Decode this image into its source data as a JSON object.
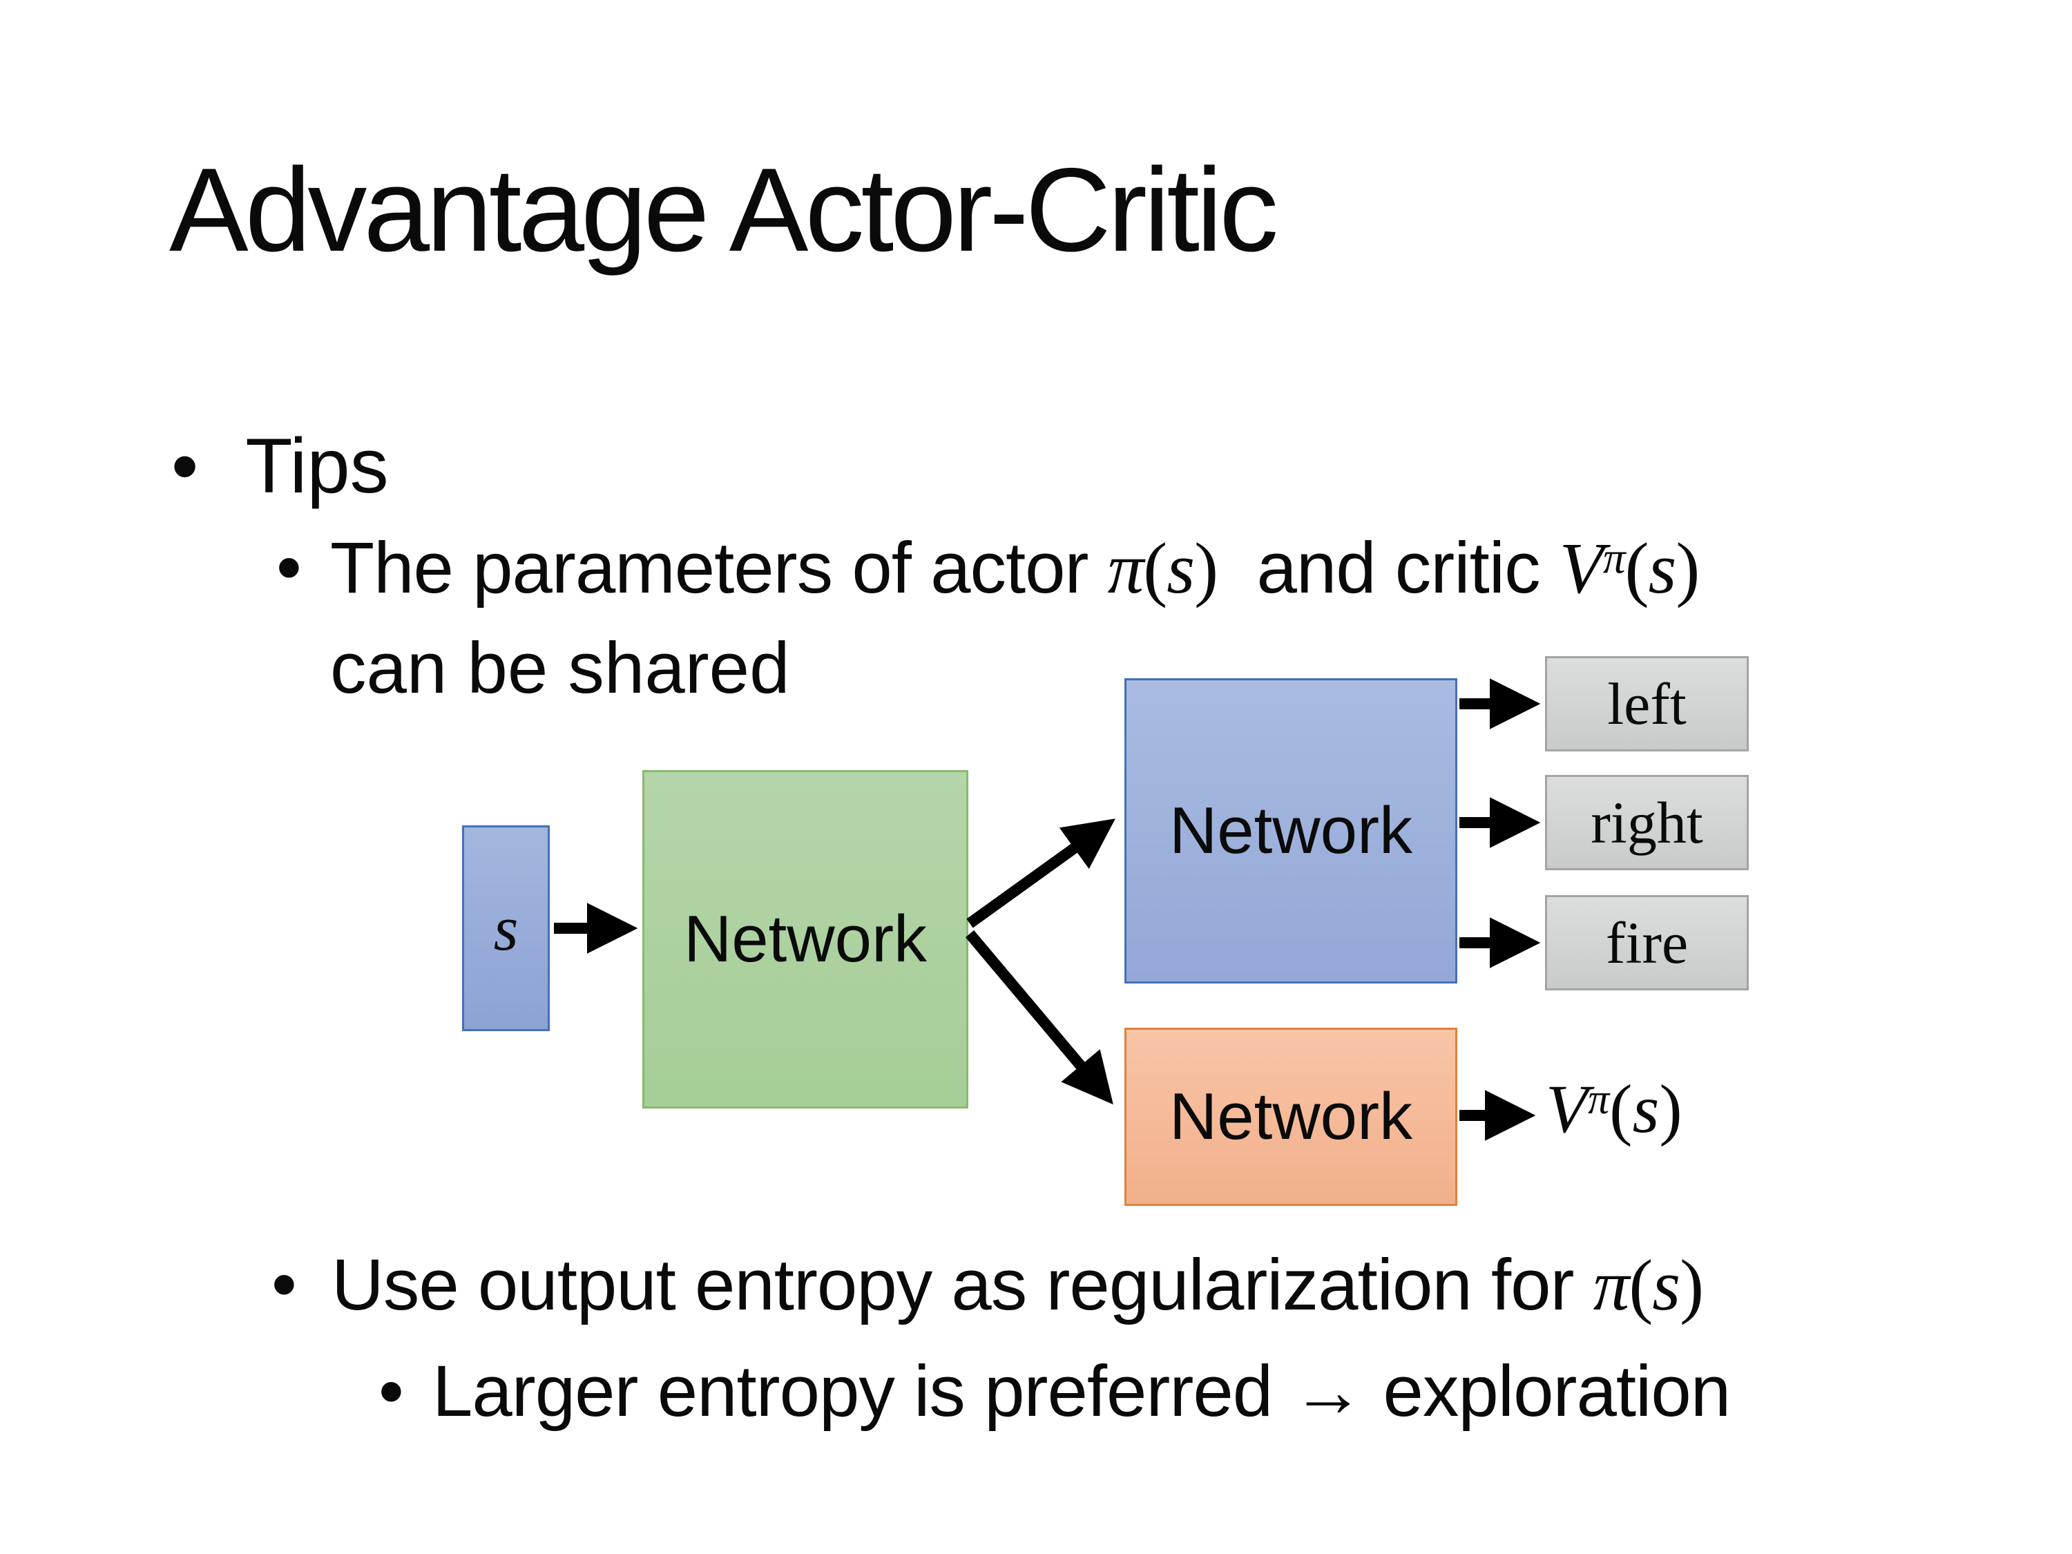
{
  "slide": {
    "title": "Advantage Actor-Critic",
    "bullet_glyph": "•",
    "tips_label": "Tips",
    "param_line": {
      "pre": "The parameters of actor ",
      "pi": "π",
      "lparen": "(",
      "s": "s",
      "rparen": ")",
      "mid": "  and critic ",
      "v": "V",
      "v_sup": "π",
      "lparen2": "(",
      "s2": "s",
      "rparen2": ")",
      "continuation": "can be shared"
    },
    "entropy_line": {
      "pre": "Use output entropy as regularization for ",
      "pi": "π",
      "lparen": "(",
      "s": "s",
      "rparen": ")"
    },
    "exploration_line": "Larger entropy is preferred → exploration"
  },
  "diagram": {
    "state_label": "s",
    "shared_network_label": "Network",
    "actor_network_label": "Network",
    "critic_network_label": "Network",
    "actions": [
      "left",
      "right",
      "fire"
    ],
    "value_output": {
      "v": "V",
      "v_sup": "π",
      "lparen": "(",
      "s": "s",
      "rparen": ")"
    }
  },
  "colors": {
    "background": "#ffffff",
    "text": "#0a0a0a",
    "state_fill": "#98acd9",
    "state_border": "#4470b9",
    "shared_fill": "#add2a1",
    "shared_border": "#8ab96f",
    "actor_fill": "#9eb2dc",
    "actor_border": "#4470b9",
    "critic_fill": "#f5ba99",
    "critic_border": "#e0813c",
    "action_fill": "#d2d4d3",
    "action_border": "#a3a5a4",
    "arrow": "#000000"
  }
}
